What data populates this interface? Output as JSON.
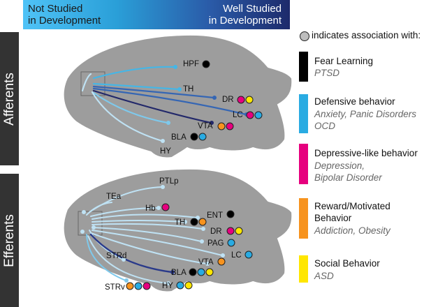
{
  "gradient": {
    "left_label_1": "Not Studied",
    "left_label_2": "in Development",
    "right_label_1": "Well Studied",
    "right_label_2": "in Development"
  },
  "tabs": {
    "afferents": "Afferents",
    "efferents": "Efferents"
  },
  "legend": {
    "title": "indicates association with:",
    "items": [
      {
        "label": "Fear Learning",
        "disorders": [
          "PTSD"
        ],
        "color": "#000000"
      },
      {
        "label": "Defensive behavior",
        "disorders": [
          "Anxiety, Panic Disorders",
          "OCD"
        ],
        "color": "#29abe2"
      },
      {
        "label": "Depressive-like behavior",
        "disorders": [
          "Depression,",
          "Bipolar Disorder"
        ],
        "color": "#e6007e"
      },
      {
        "label": "Reward/Motivated",
        "label2": "Behavior",
        "disorders": [
          "Addiction, Obesity"
        ],
        "color": "#f7931e"
      },
      {
        "label": "Social Behavior",
        "disorders": [
          "ASD"
        ],
        "color": "#ffe600"
      }
    ]
  },
  "afferents": {
    "regions": [
      "HPF",
      "TH",
      "DR",
      "LC",
      "VTA",
      "BLA",
      "HY"
    ],
    "associations": {
      "HPF": [
        "Fear Learning"
      ],
      "DR": [
        "Depressive-like behavior",
        "Social Behavior"
      ],
      "LC": [
        "Depressive-like behavior",
        "Defensive behavior"
      ],
      "VTA": [
        "Reward/Motivated Behavior",
        "Depressive-like behavior"
      ],
      "BLA": [
        "Fear Learning",
        "Defensive behavior"
      ]
    }
  },
  "efferents": {
    "regions": [
      "PTLp",
      "TEa",
      "Hb",
      "ENT",
      "TH",
      "DR",
      "PAG",
      "LC",
      "STRd",
      "VTA",
      "BLA",
      "STRv",
      "HY"
    ],
    "associations": {
      "Hb": [
        "Depressive-like behavior"
      ],
      "ENT": [
        "Fear Learning"
      ],
      "TH": [
        "Fear Learning",
        "Reward/Motivated Behavior"
      ],
      "DR": [
        "Depressive-like behavior",
        "Social Behavior"
      ],
      "PAG": [
        "Defensive behavior"
      ],
      "LC": [
        "Defensive behavior"
      ],
      "VTA": [
        "Reward/Motivated Behavior"
      ],
      "BLA": [
        "Fear Learning",
        "Defensive behavior",
        "Social Behavior"
      ],
      "STRv": [
        "Reward/Motivated Behavior",
        "Defensive behavior",
        "Depressive-like behavior"
      ],
      "HY": [
        "Defensive behavior",
        "Social Behavior"
      ]
    }
  }
}
